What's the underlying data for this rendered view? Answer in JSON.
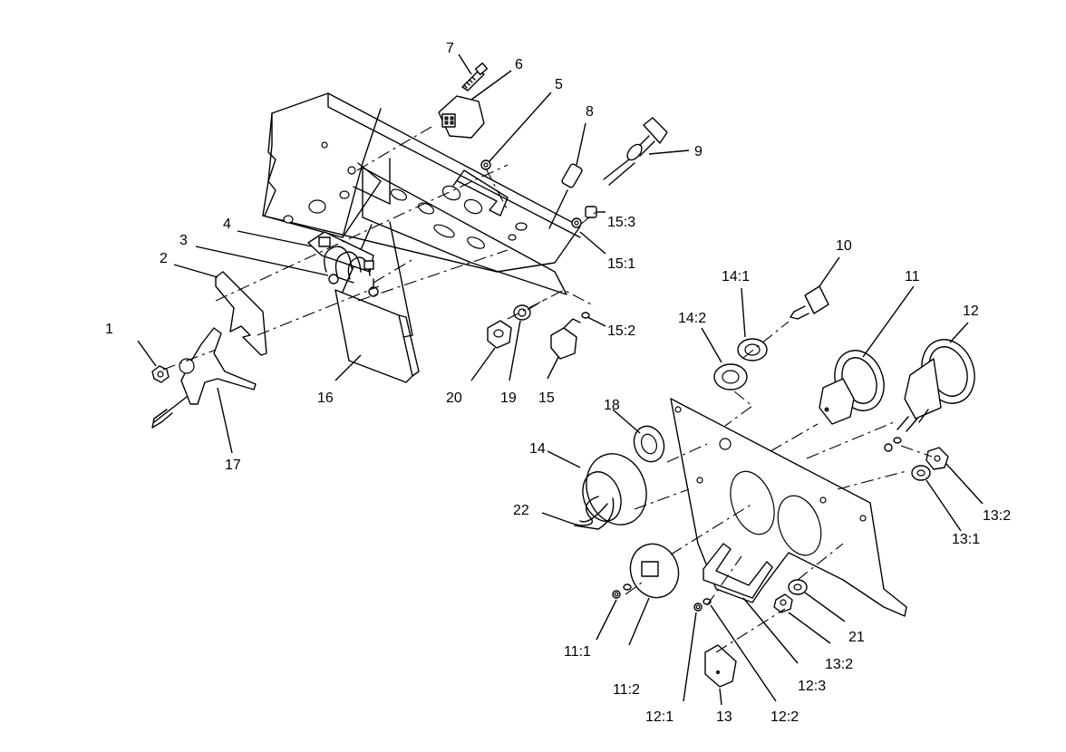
{
  "callouts": [
    {
      "id": "c1",
      "text": "1"
    },
    {
      "id": "c2",
      "text": "2"
    },
    {
      "id": "c3",
      "text": "3"
    },
    {
      "id": "c4",
      "text": "4"
    },
    {
      "id": "c5",
      "text": "5"
    },
    {
      "id": "c6",
      "text": "6"
    },
    {
      "id": "c7",
      "text": "7"
    },
    {
      "id": "c8",
      "text": "8"
    },
    {
      "id": "c9",
      "text": "9"
    },
    {
      "id": "c10",
      "text": "10"
    },
    {
      "id": "c11",
      "text": "11"
    },
    {
      "id": "c11_1",
      "text": "11:1"
    },
    {
      "id": "c11_2",
      "text": "11:2"
    },
    {
      "id": "c12",
      "text": "12"
    },
    {
      "id": "c12_1",
      "text": "12:1"
    },
    {
      "id": "c12_2",
      "text": "12:2"
    },
    {
      "id": "c12_3",
      "text": "12:3"
    },
    {
      "id": "c13",
      "text": "13"
    },
    {
      "id": "c13_1",
      "text": "13:1"
    },
    {
      "id": "c13_2a",
      "text": "13:2"
    },
    {
      "id": "c13_2b",
      "text": "13:2"
    },
    {
      "id": "c14",
      "text": "14"
    },
    {
      "id": "c14_1",
      "text": "14:1"
    },
    {
      "id": "c14_2",
      "text": "14:2"
    },
    {
      "id": "c15",
      "text": "15"
    },
    {
      "id": "c15_1",
      "text": "15:1"
    },
    {
      "id": "c15_2",
      "text": "15:2"
    },
    {
      "id": "c15_3",
      "text": "15:3"
    },
    {
      "id": "c16",
      "text": "16"
    },
    {
      "id": "c17",
      "text": "17"
    },
    {
      "id": "c18",
      "text": "18"
    },
    {
      "id": "c19",
      "text": "19"
    },
    {
      "id": "c20",
      "text": "20"
    },
    {
      "id": "c21",
      "text": "21"
    },
    {
      "id": "c22",
      "text": "22"
    }
  ]
}
